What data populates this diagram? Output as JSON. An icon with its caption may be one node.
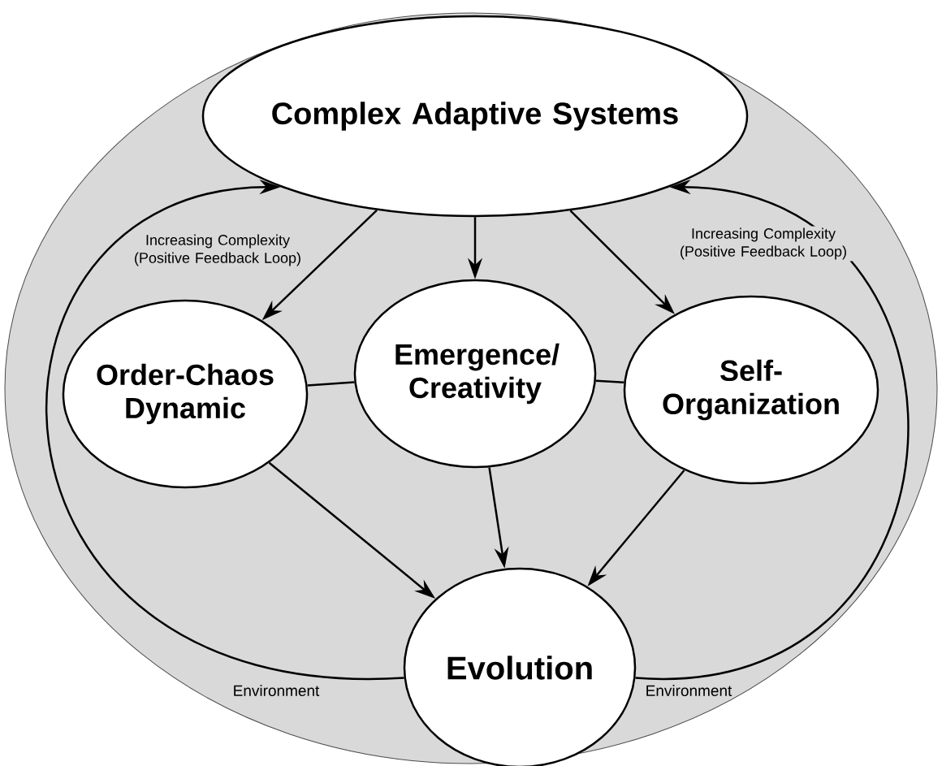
{
  "diagram": {
    "nodes": [
      {
        "text": [
          "Environment",
          "Environment"
        ]
      },
      {
        "text": [
          "Complex Adaptive Systems"
        ],
        "in": 0
      },
      {
        "text": [
          "Order-Chaos Dynamic"
        ],
        "in": 0
      },
      {
        "text": [
          "Emergence/ Creativity"
        ],
        "in": 0
      },
      {
        "text": [
          "Self- Organization"
        ],
        "in": 0
      },
      {
        "text": [
          "Evolution"
        ],
        "in": 0
      }
    ],
    "edges": [
      {
        "from": 1,
        "to": 2,
        "arrow": "to"
      },
      {
        "from": 1,
        "to": 3,
        "arrow": "to"
      },
      {
        "from": 1,
        "to": 4,
        "arrow": "to"
      },
      {
        "from": 2,
        "to": 3,
        "arrow": "none"
      },
      {
        "from": 3,
        "to": 4,
        "arrow": "none"
      },
      {
        "from": 2,
        "to": 5,
        "arrow": "to"
      },
      {
        "from": 3,
        "to": 5,
        "arrow": "to"
      },
      {
        "from": 4,
        "to": 5,
        "arrow": "to"
      },
      {
        "from": 5,
        "to": 1,
        "arrow": "to",
        "label": "Increasing Complexity (Positive Feedback Loop)"
      },
      {
        "from": 5,
        "to": 1,
        "arrow": "to",
        "label": "Increasing Complexity (Positive Feedback Loop)"
      }
    ]
  }
}
